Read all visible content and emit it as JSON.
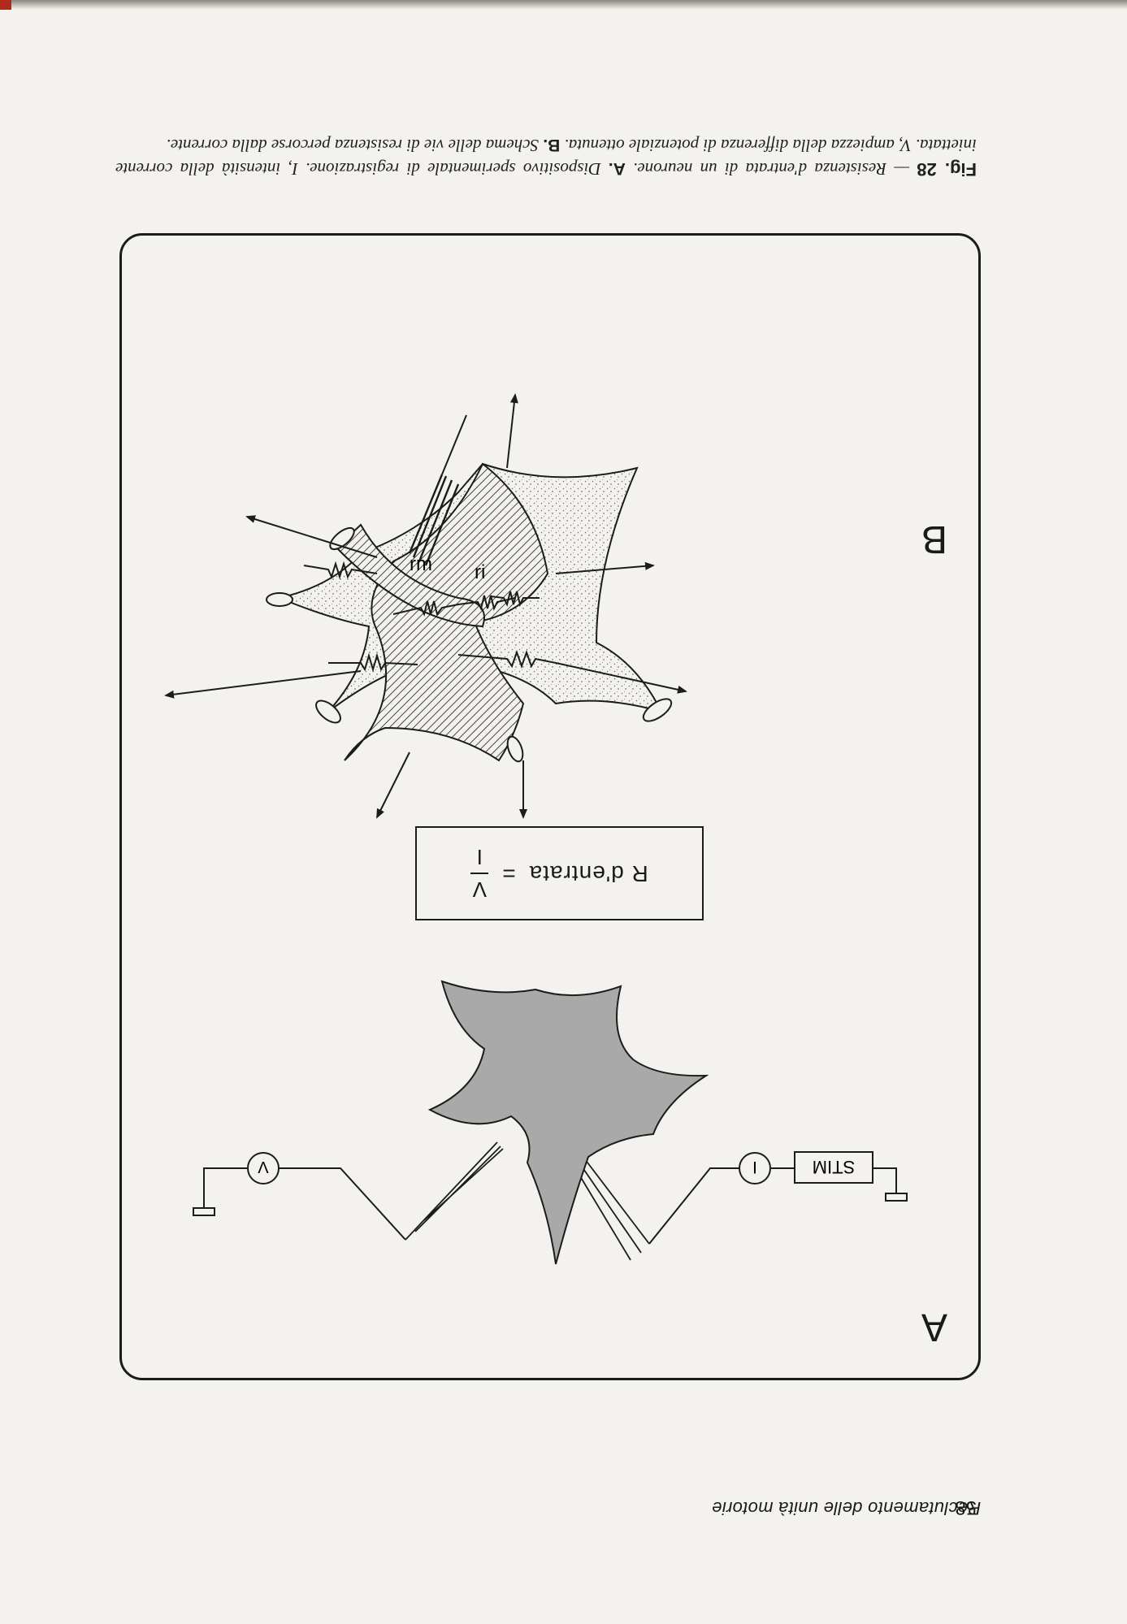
{
  "running_head": {
    "page_number": "58",
    "title": "Reclutamento delle unità motorie"
  },
  "figure": {
    "panel_a_label": "A",
    "panel_b_label": "B",
    "stim_label": "STIM",
    "current_meter_label": "I",
    "voltage_meter_label": "V",
    "formula": {
      "lhs": "R d'entrata",
      "equals": "=",
      "numerator": "V",
      "denominator": "I"
    },
    "resistor_labels": {
      "internal": "ri",
      "membrane": "rm"
    }
  },
  "caption": {
    "fig_number": "Fig. 28",
    "dash": "—",
    "title": "Resistenza d'entrata di un neurone.",
    "a_label": "A.",
    "a_text": "Dispositivo sperimentale di registrazione. I, intensità della corrente iniettata. V, ampiezza della differenza di potenziale ottenuta.",
    "b_label": "B.",
    "b_text": "Schema delle vie di resistenza percorse dalla corrente."
  },
  "colors": {
    "neuron_fill": "#a9a9a9",
    "ink": "#1c1c1c",
    "paper": "#f4f2ee"
  }
}
